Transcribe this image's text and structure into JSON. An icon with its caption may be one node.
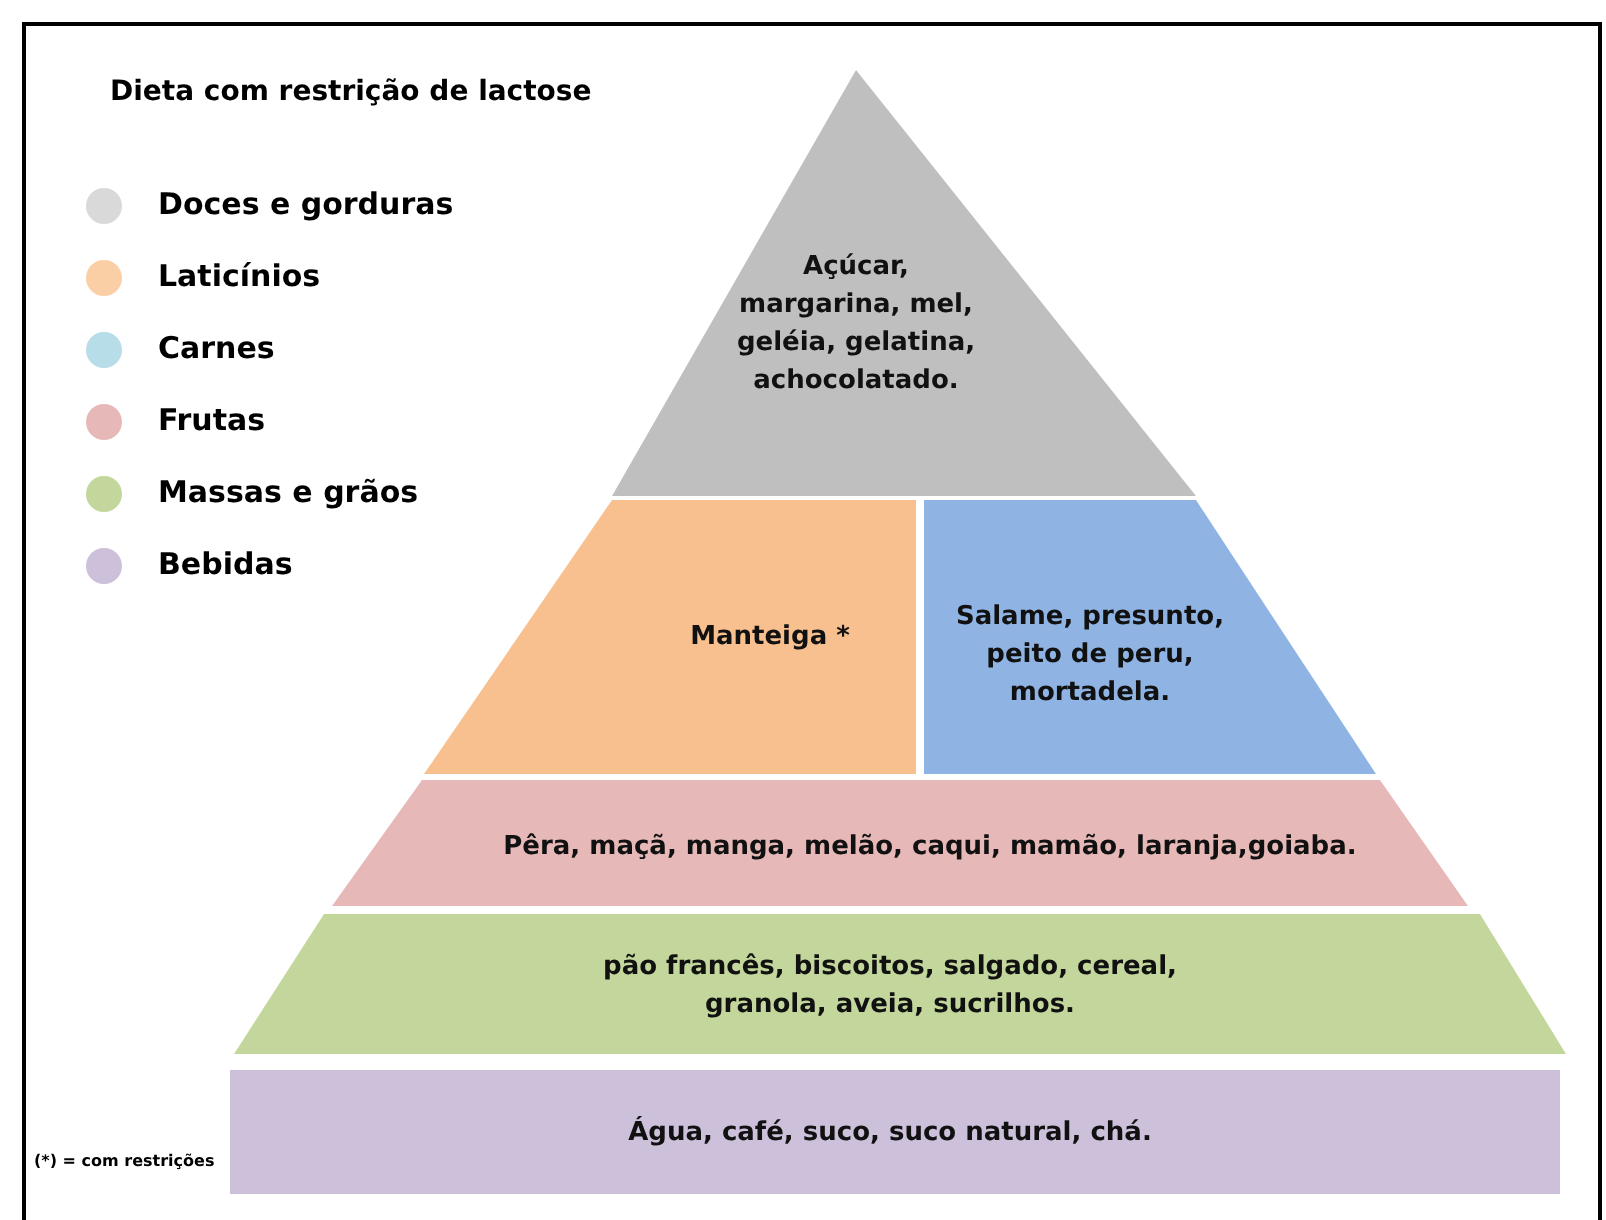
{
  "diagram": {
    "title": "Dieta com restrição de lactose",
    "nodes": [
      {
        "text": [
          "Açúcar, margarina, mel, geléia, gelatina, achocolatado."
        ]
      },
      {
        "text": [
          "Manteiga *"
        ]
      },
      {
        "text": [
          "Salame, presunto, peito de peru, mortadela."
        ]
      },
      {
        "text": [
          "Pêra, maçã, manga, melão, caqui, mamão, laranja,goiaba."
        ]
      },
      {
        "text": [
          "pão francês, biscoitos, salgado, cereal, granola, aveia, sucrilhos."
        ]
      },
      {
        "text": [
          "Água, café, suco, suco natural, chá."
        ]
      }
    ],
    "labels": [
      "(*) = com restrições"
    ],
    "legend": [
      {
        "text": "Doces e gorduras",
        "color": "#d9d9d9"
      },
      {
        "text": "Laticínios",
        "color": "#fbcfa5"
      },
      {
        "text": "Carnes",
        "color": "#b7dde8"
      },
      {
        "text": "Frutas",
        "color": "#e6b9b8"
      },
      {
        "text": "Massas e grãos",
        "color": "#c3d69b"
      },
      {
        "text": "Bebidas",
        "color": "#ccc0da"
      }
    ]
  }
}
